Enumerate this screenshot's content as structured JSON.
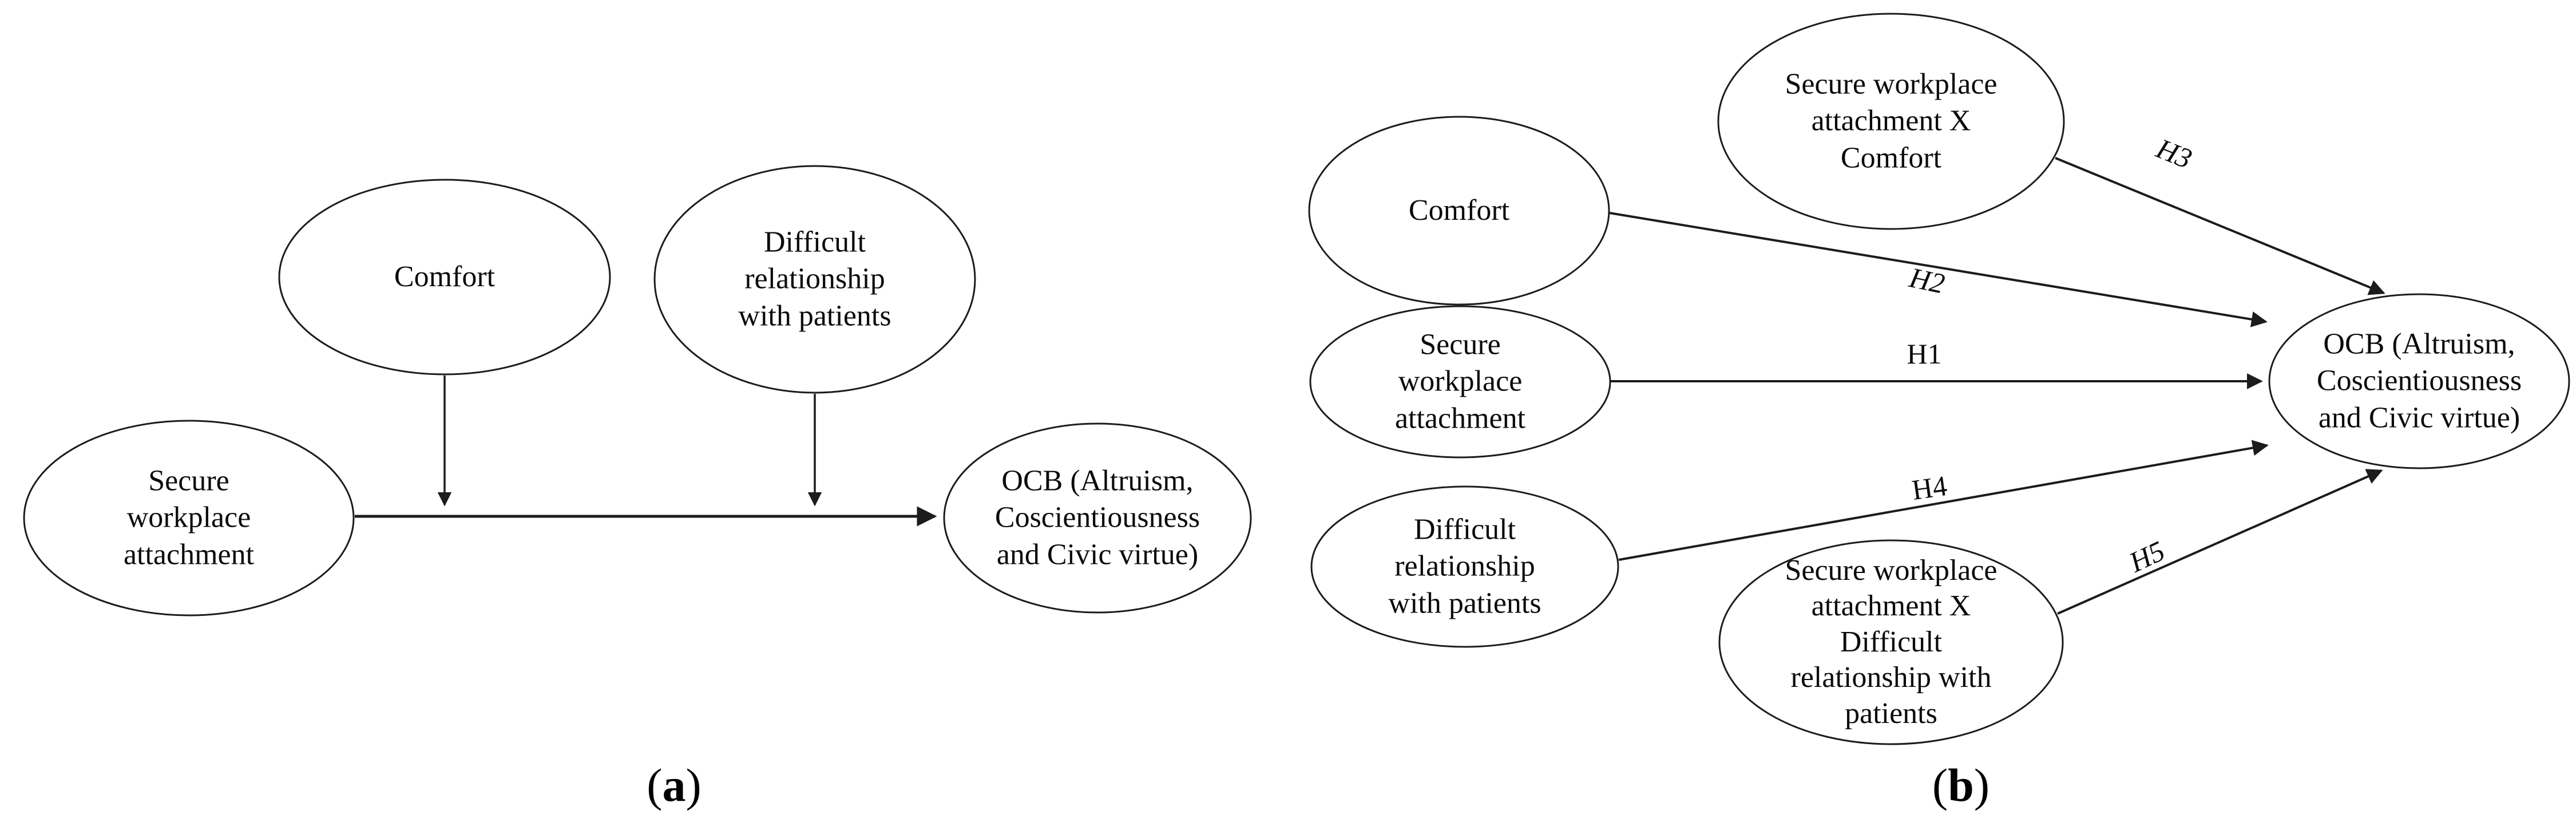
{
  "colors": {
    "stroke": "#1c1c1c",
    "background": "#ffffff",
    "text": "#0b0b0b"
  },
  "panel_a": {
    "caption_open": "(",
    "caption_letter": "a",
    "caption_close": ")",
    "nodes": {
      "comfort": {
        "label": "Comfort"
      },
      "difficult": {
        "label": "Difficult\nrelationship\nwith patients"
      },
      "swa": {
        "label": "Secure\nworkplace\nattachment"
      },
      "ocb": {
        "label": "OCB (Altruism,\nCoscientiousness\nand Civic virtue)"
      }
    },
    "edges": {
      "main": {
        "from": "swa",
        "to": "ocb"
      },
      "comfort_moderation": {
        "from": "comfort",
        "to": "main-path"
      },
      "difficult_moderation": {
        "from": "difficult",
        "to": "main-path"
      }
    }
  },
  "panel_b": {
    "caption_open": "(",
    "caption_letter": "b",
    "caption_close": ")",
    "nodes": {
      "swa_x_comfort": {
        "label": "Secure workplace\nattachment X\nComfort"
      },
      "comfort": {
        "label": "Comfort"
      },
      "swa": {
        "label": "Secure\nworkplace\nattachment"
      },
      "difficult": {
        "label": "Difficult\nrelationship\nwith patients"
      },
      "swa_x_difficult": {
        "label": "Secure workplace\nattachment X\nDifficult\nrelationship with\npatients"
      },
      "ocb": {
        "label": "OCB (Altruism,\nCoscientiousness\nand Civic virtue)"
      }
    },
    "edges": {
      "h1": {
        "label": "H1",
        "from": "swa",
        "to": "ocb"
      },
      "h2": {
        "label": "H2",
        "from": "comfort",
        "to": "ocb"
      },
      "h3": {
        "label": "H3",
        "from": "swa_x_comfort",
        "to": "ocb"
      },
      "h4": {
        "label": "H4",
        "from": "difficult",
        "to": "ocb"
      },
      "h5": {
        "label": "H5",
        "from": "swa_x_difficult",
        "to": "ocb"
      }
    }
  }
}
